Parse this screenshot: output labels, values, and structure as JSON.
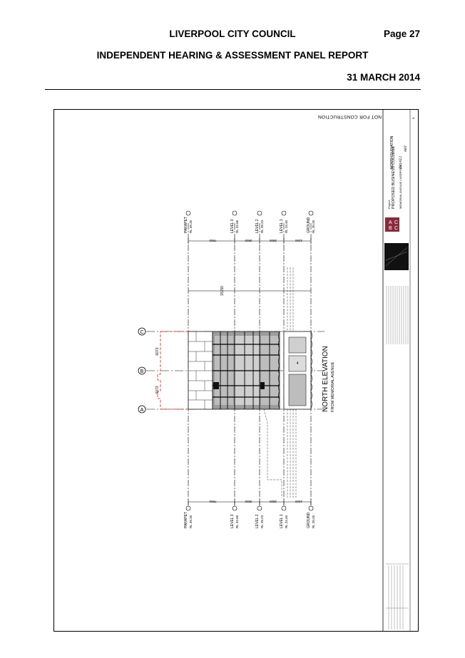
{
  "header": {
    "council": "LIVERPOOL CITY COUNCIL",
    "page": "Page 27",
    "report": "INDEPENDENT HEARING & ASSESSMENT PANEL REPORT",
    "date": "31 MARCH 2014"
  },
  "drawing": {
    "stamp": "NOT FOR CONSTRUCTION",
    "view_title": "NORTH ELEVATION",
    "view_subtitle": "FROM MEMORIAL AVENUE",
    "grid_a": "A",
    "grid_b": "B",
    "grid_c": "C",
    "dim_ab": "6073",
    "dim_bc": "6073",
    "overall_height": "15150",
    "levels": [
      {
        "name": "PARAPET",
        "rl": "RL 39.35",
        "dim": "7900"
      },
      {
        "name": "LEVEL 3",
        "rl": "RL 32.66",
        "dim": "3800"
      },
      {
        "name": "LEVEL 2",
        "rl": "RL 28.23",
        "dim": "3800"
      },
      {
        "name": "LEVEL 1",
        "rl": "RL 24.45",
        "dim": "4200"
      },
      {
        "name": "GROUND",
        "rl": "RL 20.25",
        "dim": ""
      }
    ],
    "levels_bottom": [
      {
        "name": "PARAPET",
        "rl": "RL 39.35",
        "dim": "7900"
      },
      {
        "name": "LEVEL 3",
        "rl": "RL 32.66",
        "dim": "3800"
      },
      {
        "name": "LEVEL 2",
        "rl": "RL 28.23",
        "dim": "3800"
      },
      {
        "name": "LEVEL 1",
        "rl": "RL 24.45",
        "dim": "4200"
      },
      {
        "name": "GROUND",
        "rl": "RL 20.25",
        "dim": ""
      }
    ],
    "title_block": {
      "logo_letters": [
        "A",
        "C",
        "B",
        "C"
      ],
      "project_label": "Project",
      "project": "PROPOSED BUSINESS COLLEGE",
      "address": "MEMORIAL AVENUE LIVERPOOL",
      "drawing_title": "NORTH ELEVATION",
      "job_no": "20142J",
      "drawing_no": "A07",
      "revision": "B"
    }
  }
}
